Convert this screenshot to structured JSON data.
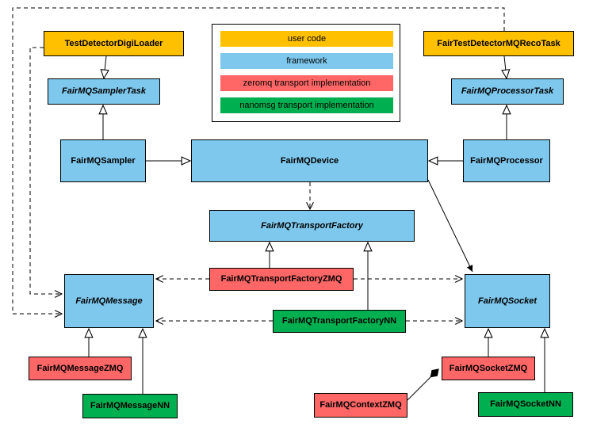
{
  "diagram": {
    "legend": {
      "items": [
        {
          "label": "user code",
          "color": "#ffc000",
          "category": "user"
        },
        {
          "label": "framework",
          "color": "#7ec8ed",
          "category": "framework"
        },
        {
          "label": "zeromq transport implementation",
          "color": "#ff6666",
          "category": "zeromq"
        },
        {
          "label": "nanomsg transport implementation",
          "color": "#00b050",
          "category": "nanomsg"
        }
      ]
    },
    "nodes": {
      "testDetectorDigiLoader": {
        "label": "TestDetectorDigiLoader",
        "category": "user",
        "abstract": false
      },
      "fairTestDetectorMQRecoTask": {
        "label": "FairTestDetectorMQRecoTask",
        "category": "user",
        "abstract": false
      },
      "fairMQSamplerTask": {
        "label": "FairMQSamplerTask",
        "category": "framework",
        "abstract": true
      },
      "fairMQProcessorTask": {
        "label": "FairMQProcessorTask",
        "category": "framework",
        "abstract": true
      },
      "fairMQSampler": {
        "label": "FairMQSampler",
        "category": "framework",
        "abstract": false
      },
      "fairMQDevice": {
        "label": "FairMQDevice",
        "category": "framework",
        "abstract": false
      },
      "fairMQProcessor": {
        "label": "FairMQProcessor",
        "category": "framework",
        "abstract": false
      },
      "fairMQTransportFactory": {
        "label": "FairMQTransportFactory",
        "category": "framework",
        "abstract": true
      },
      "fairMQTransportFactoryZMQ": {
        "label": "FairMQTransportFactoryZMQ",
        "category": "zeromq",
        "abstract": false
      },
      "fairMQTransportFactoryNN": {
        "label": "FairMQTransportFactoryNN",
        "category": "nanomsg",
        "abstract": false
      },
      "fairMQMessage": {
        "label": "FairMQMessage",
        "category": "framework",
        "abstract": true
      },
      "fairMQSocket": {
        "label": "FairMQSocket",
        "category": "framework",
        "abstract": true
      },
      "fairMQMessageZMQ": {
        "label": "FairMQMessageZMQ",
        "category": "zeromq",
        "abstract": false
      },
      "fairMQMessageNN": {
        "label": "FairMQMessageNN",
        "category": "nanomsg",
        "abstract": false
      },
      "fairMQSocketZMQ": {
        "label": "FairMQSocketZMQ",
        "category": "zeromq",
        "abstract": false
      },
      "fairMQSocketNN": {
        "label": "FairMQSocketNN",
        "category": "nanomsg",
        "abstract": false
      },
      "fairMQContextZMQ": {
        "label": "FairMQContextZMQ",
        "category": "zeromq",
        "abstract": false
      }
    }
  }
}
